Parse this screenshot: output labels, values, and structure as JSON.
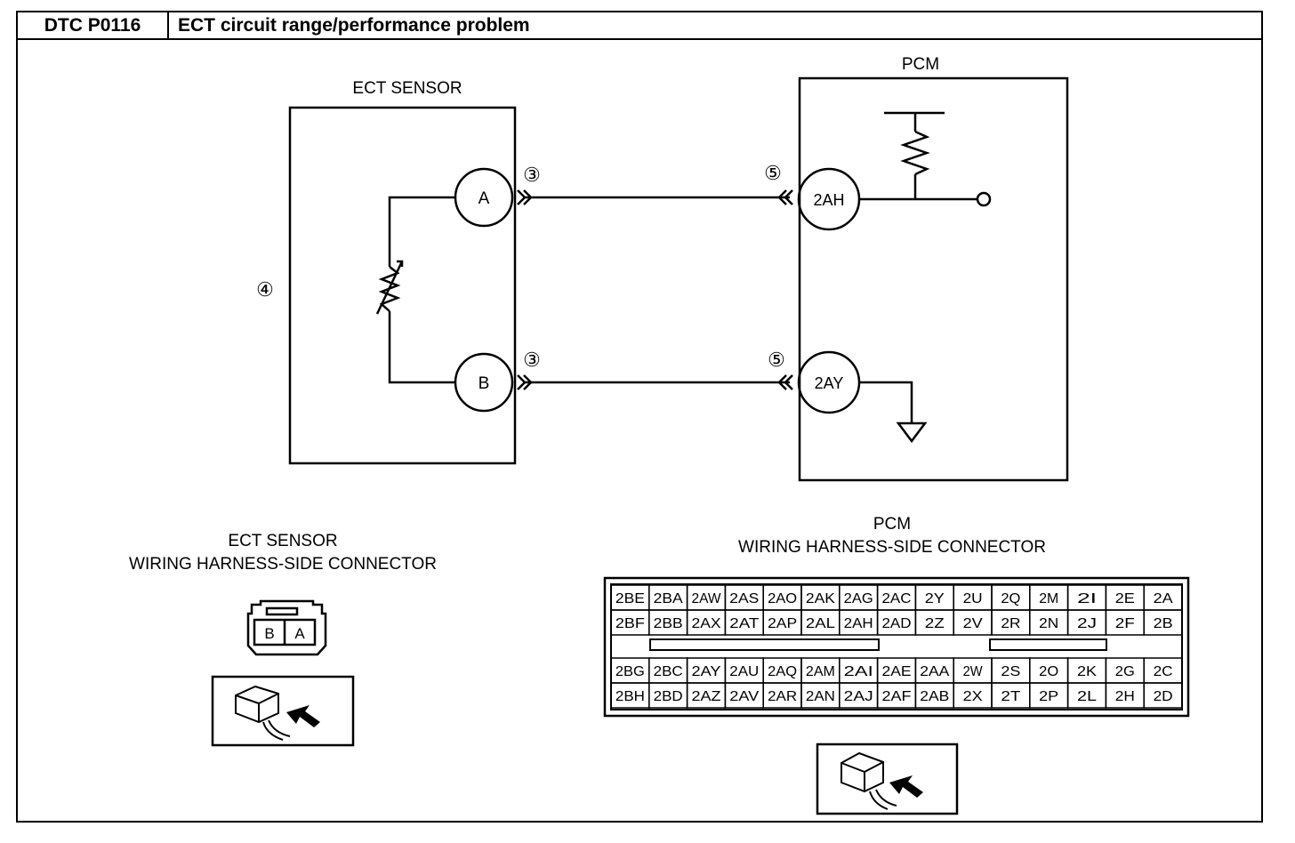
{
  "header": {
    "dtc_code": "DTC P0116",
    "title": "ECT circuit range/performance problem"
  },
  "schematic": {
    "ect_sensor_label": "ECT SENSOR",
    "pcm_label": "PCM",
    "sensor_terminals": [
      "A",
      "B"
    ],
    "pcm_terminals": [
      "2AH",
      "2AY"
    ],
    "callout_3": "③",
    "callout_4": "④",
    "callout_5": "⑤"
  },
  "ect_connector": {
    "title_line1": "ECT SENSOR",
    "title_line2": "WIRING HARNESS-SIDE CONNECTOR",
    "pins": [
      "B",
      "A"
    ]
  },
  "pcm_connector": {
    "title_line1": "PCM",
    "title_line2": "WIRING HARNESS-SIDE CONNECTOR",
    "upper_rows": [
      [
        "2BE",
        "2BA",
        "2AW",
        "2AS",
        "2AO",
        "2AK",
        "2AG",
        "2AC",
        "2Y",
        "2U",
        "2Q",
        "2M",
        "2I",
        "2E",
        "2A"
      ],
      [
        "2BF",
        "2BB",
        "2AX",
        "2AT",
        "2AP",
        "2AL",
        "2AH",
        "2AD",
        "2Z",
        "2V",
        "2R",
        "2N",
        "2J",
        "2F",
        "2B"
      ]
    ],
    "lower_rows": [
      [
        "2BG",
        "2BC",
        "2AY",
        "2AU",
        "2AQ",
        "2AM",
        "2AI",
        "2AE",
        "2AA",
        "2W",
        "2S",
        "2O",
        "2K",
        "2G",
        "2C"
      ],
      [
        "2BH",
        "2BD",
        "2AZ",
        "2AV",
        "2AR",
        "2AN",
        "2AJ",
        "2AF",
        "2AB",
        "2X",
        "2T",
        "2P",
        "2L",
        "2H",
        "2D"
      ]
    ]
  }
}
